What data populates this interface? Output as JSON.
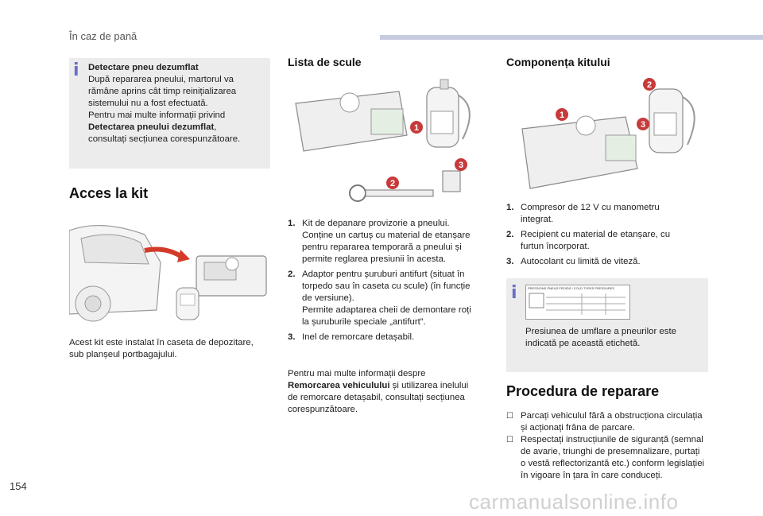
{
  "header": {
    "section": "În caz de pană"
  },
  "page_number": "154",
  "watermark": "carmanualsonline.info",
  "note_detect": {
    "title": "Detectare pneu dezumflat",
    "line1": "După repararea pneului, martorul va",
    "line2": "rămâne aprins cât timp reinițializarea",
    "line3": "sistemului nu a fost efectuată.",
    "line4": "Pentru mai multe informații privind",
    "link": "Detectarea pneului dezumflat",
    "line5_suffix": ",",
    "line6": "consultați secțiunea corespunzătoare."
  },
  "access": {
    "title": "Acces la kit",
    "text1": "Acest kit este instalat în caseta de depozitare,",
    "text2": "sub planșeul portbagajului."
  },
  "tools": {
    "title": "Lista de scule",
    "items": [
      {
        "num": "1.",
        "lines": [
          "Kit de depanare provizorie a pneului.",
          "Conține un cartuș cu material de etanșare",
          "pentru repararea temporară a pneului și",
          "permite reglarea presiunii în acesta."
        ]
      },
      {
        "num": "2.",
        "lines": [
          "Adaptor pentru șuruburi antifurt (situat în",
          "torpedo sau în caseta cu scule) (în funcție",
          "de versiune).",
          "Permite adaptarea cheii de demontare roți",
          "la șuruburile speciale „antifurt”."
        ]
      },
      {
        "num": "3.",
        "lines": [
          "Inel de remorcare detașabil."
        ]
      }
    ],
    "more1": "Pentru mai multe informații despre",
    "more_bold": "Remorcarea vehiculului",
    "more2": " și utilizarea inelului",
    "more3": "de remorcare detașabil, consultați secțiunea",
    "more4": "corespunzătoare."
  },
  "components": {
    "title": "Componența kitului",
    "items": [
      {
        "num": "1.",
        "lines": [
          "Compresor de 12 V cu manometru",
          "integrat."
        ]
      },
      {
        "num": "2.",
        "lines": [
          "Recipient cu material de etanșare, cu",
          "furtun încorporat."
        ]
      },
      {
        "num": "3.",
        "lines": [
          "Autocolant cu limită de viteză."
        ]
      }
    ],
    "label_header": "PRESSIONS PNEUS FROIDS / COLD TYRES PRESSURES",
    "note1": "Presiunea de umflare a pneurilor este",
    "note2": "indicată pe această etichetă."
  },
  "procedure": {
    "title": "Procedura de reparare",
    "steps": [
      {
        "mark": "☐",
        "lines": [
          "Parcați vehiculul fără a obstrucționa circulația",
          "și acționați frâna de parcare."
        ]
      },
      {
        "mark": "☐",
        "lines": [
          "Respectați instrucțiunile de siguranță (semnal",
          "de avarie, triunghi de presemnalizare, purtați",
          "o vestă reflectorizantă etc.) conform legislației",
          "în vigoare în țara în care conduceți."
        ]
      }
    ]
  },
  "callouts": {
    "one": "1",
    "two": "2",
    "three": "3"
  },
  "colors": {
    "accent": "#6a70c8",
    "callout": "#c73a3a",
    "note_bg": "#ececec",
    "header_bar": "#c7cbe0"
  }
}
